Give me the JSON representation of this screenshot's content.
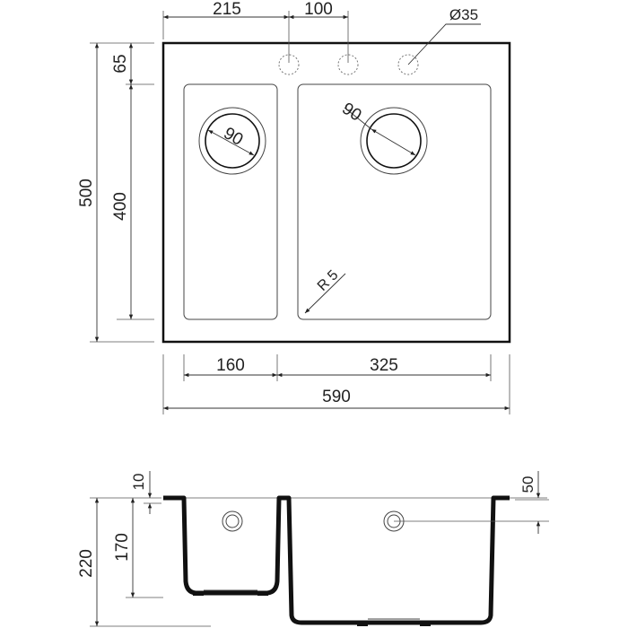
{
  "top_view": {
    "dims": {
      "hole_offset": "215",
      "hole_spacing": "100",
      "hole_diameter": "Ø35",
      "overall_depth": "500",
      "rim_front": "65",
      "bowl_depth": "400",
      "small_bowl_width": "160",
      "large_bowl_width": "325",
      "overall_width": "590",
      "drain_small": "90",
      "drain_large": "90",
      "corner_radius": "R 5"
    }
  },
  "side_view": {
    "dims": {
      "rim_thickness": "10",
      "small_bowl_height": "170",
      "overall_height": "220",
      "overflow_offset": "50"
    }
  }
}
